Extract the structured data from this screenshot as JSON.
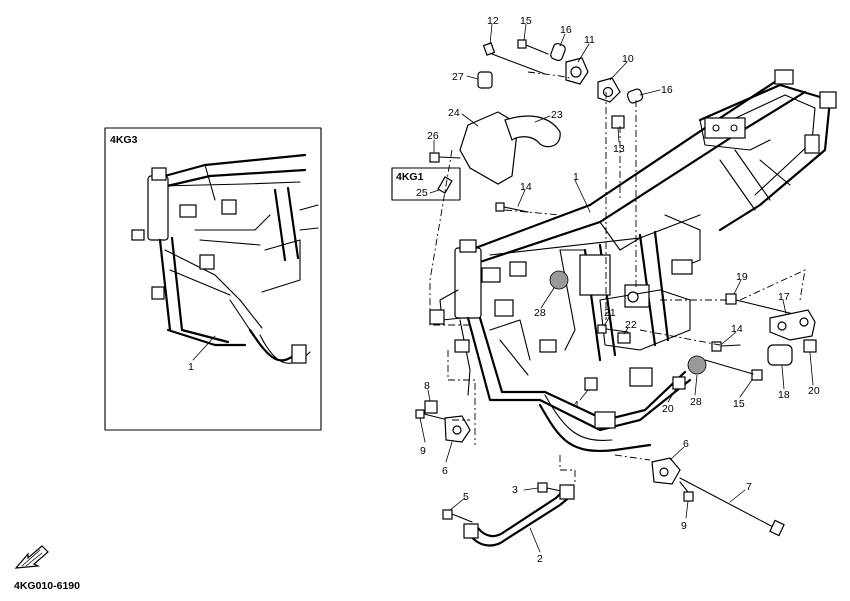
{
  "diagram_code": "4KG010-6190",
  "inset_main": {
    "model": "4KG3",
    "callout": "1"
  },
  "inset_small": {
    "model": "4KG1",
    "callout": "25"
  },
  "callouts": {
    "c1": "1",
    "c2": "2",
    "c3": "3",
    "c4": "4",
    "c5": "5",
    "c6a": "6",
    "c6b": "6",
    "c7": "7",
    "c8": "8",
    "c9a": "9",
    "c9b": "9",
    "c10": "10",
    "c11": "11",
    "c12": "12",
    "c13": "13",
    "c14a": "14",
    "c14b": "14",
    "c15a": "15",
    "c15b": "15",
    "c16a": "16",
    "c16b": "16",
    "c17": "17",
    "c18": "18",
    "c19": "19",
    "c20a": "20",
    "c20b": "20",
    "c21": "21",
    "c22": "22",
    "c23": "23",
    "c24": "24",
    "c26": "26",
    "c27": "27",
    "c28a": "28",
    "c28b": "28"
  },
  "icons": {
    "direction": "front-arrow-icon"
  }
}
